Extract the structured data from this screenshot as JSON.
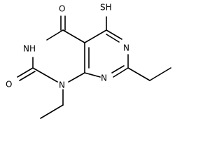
{
  "molecule": {
    "atoms": [
      {
        "id": "O_top",
        "label": "O"
      },
      {
        "id": "O_bottom",
        "label": "O"
      },
      {
        "id": "NH",
        "label": "NH"
      },
      {
        "id": "N_ring_bottom",
        "label": "N"
      },
      {
        "id": "N_pyr_top",
        "label": "N"
      },
      {
        "id": "N_pyr_bottom",
        "label": "N"
      },
      {
        "id": "SH",
        "label": "SH"
      }
    ]
  },
  "colors": {
    "bond": "#000000",
    "label": "#000000",
    "background": "#ffffff"
  }
}
